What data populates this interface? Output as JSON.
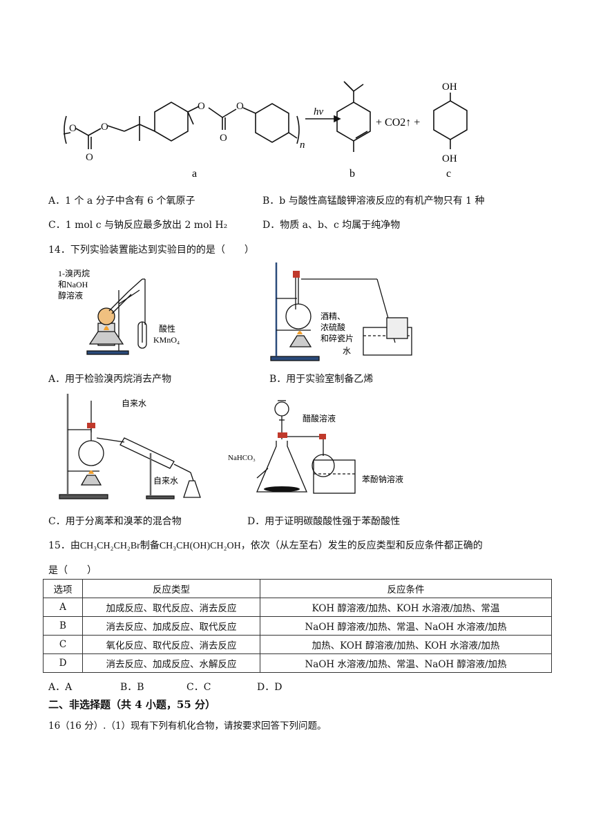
{
  "q13": {
    "labels": {
      "a": "a",
      "b": "b",
      "c": "c"
    },
    "reaction": {
      "hv": "hv",
      "co2": "+ CO2↑ +",
      "oh_top": "OH",
      "oh_bottom": "OH",
      "n": "n"
    },
    "options": {
      "A": "A．1 个 a 分子中含有 6 个氧原子",
      "B": "B．b 与酸性高锰酸钾溶液反应的有机产物只有 1 种",
      "C": "C．1 mol c 与钠反应最多放出 2 mol H₂",
      "D": "D．物质 a、b、c 均属于纯净物"
    }
  },
  "q14": {
    "stem": "14．下列实验装置能达到实验目的的是（　　）",
    "figA": {
      "label1": "1-溴丙烷",
      "label2": "和NaOH",
      "label3": "醇溶液",
      "label4": "酸性",
      "label5": "KMnO₄"
    },
    "figB": {
      "label1": "酒精、",
      "label2": "浓硫酸",
      "label3": "和碎瓷片",
      "label4": "水"
    },
    "figC": {
      "label1": "自来水",
      "label2": "自来水"
    },
    "figD": {
      "label1": "醋酸溶液",
      "label2": "NaHCO₃",
      "label3": "苯酚钠溶液"
    },
    "options": {
      "A": "A．用于检验溴丙烷消去产物",
      "B": "B．用于实验室制备乙烯",
      "C": "C．用于分离苯和溴苯的混合物",
      "D": "D．用于证明碳酸酸性强于苯酚酸性"
    }
  },
  "q15": {
    "stem_prefix": "15．由",
    "reactant": "CH₃CH₂CH₂Br",
    "stem_mid": "制备",
    "product": "CH₃CH(OH)CH₂OH",
    "stem_suffix": "，依次（从左至右）发生的反应类型和反应条件都正确的",
    "stem_line2": "是（　　）",
    "table": {
      "headers": [
        "选项",
        "反应类型",
        "反应条件"
      ],
      "rows": [
        [
          "A",
          "加成反应、取代反应、消去反应",
          "KOH 醇溶液/加热、KOH 水溶液/加热、常温"
        ],
        [
          "B",
          "消去反应、加成反应、取代反应",
          "NaOH 醇溶液/加热、常温、NaOH 水溶液/加热"
        ],
        [
          "C",
          "氧化反应、取代反应、消去反应",
          "加热、KOH 醇溶液/加热、KOH 水溶液/加热"
        ],
        [
          "D",
          "消去反应、加成反应、水解反应",
          "NaOH 水溶液/加热、常温、NaOH 醇溶液/加热"
        ]
      ]
    },
    "choices": [
      "A．A",
      "B．B",
      "C．C",
      "D．D"
    ]
  },
  "section2": {
    "heading": "二、非选择题（共 4 小题，55 分）",
    "q16": "16（16 分）.（1）现有下列有机化合物，请按要求回答下列问题。"
  }
}
